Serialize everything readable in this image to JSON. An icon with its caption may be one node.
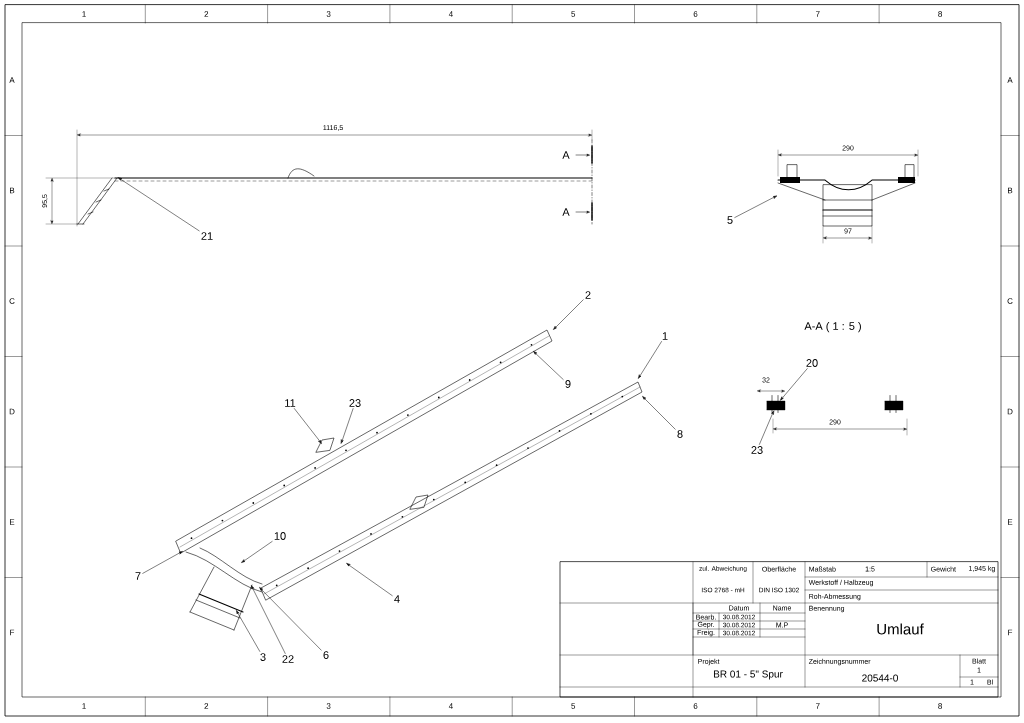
{
  "diagram": {
    "nodes": [
      {
        "text": [
          "21"
        ]
      },
      {
        "text": [
          "5"
        ]
      },
      {
        "text": [
          "2"
        ]
      },
      {
        "text": [
          "20"
        ]
      },
      {
        "text": [
          "1"
        ]
      },
      {
        "text": [
          "9"
        ]
      },
      {
        "text": [
          "11"
        ]
      },
      {
        "text": [
          "23"
        ]
      },
      {
        "text": [
          "8"
        ]
      },
      {
        "text": [
          "23"
        ]
      },
      {
        "text": [
          "10"
        ]
      },
      {
        "text": [
          "7"
        ]
      },
      {
        "text": [
          "4"
        ]
      },
      {
        "text": [
          "3"
        ]
      },
      {
        "text": [
          "22"
        ]
      },
      {
        "text": [
          "6"
        ]
      },
      {
        "text": [],
        "shape": "picture"
      },
      {
        "text": [],
        "shape": "picture"
      },
      {
        "text": [],
        "shape": "box"
      },
      {
        "text": [],
        "shape": "box"
      }
    ],
    "edges": [
      {
        "from": 0,
        "to": 16,
        "arrow": "to"
      },
      {
        "from": 1,
        "to": 17,
        "arrow": "to"
      },
      {
        "from": 2,
        "to": null,
        "arrow": "to"
      },
      {
        "from": 3,
        "to": 18,
        "arrow": "to"
      },
      {
        "from": 4,
        "to": null,
        "arrow": "to"
      },
      {
        "from": 5,
        "to": null,
        "arrow": "to"
      },
      {
        "from": 6,
        "to": null,
        "arrow": "to"
      },
      {
        "from": 7,
        "to": null,
        "arrow": "to"
      },
      {
        "from": 8,
        "to": null,
        "arrow": "to"
      },
      {
        "from": 9,
        "to": 18,
        "arrow": "to"
      },
      {
        "from": 10,
        "to": null,
        "arrow": "to"
      },
      {
        "from": 11,
        "to": null,
        "arrow": "to"
      },
      {
        "from": 12,
        "to": null,
        "arrow": "to"
      },
      {
        "from": 13,
        "to": null,
        "arrow": "to"
      },
      {
        "from": 14,
        "to": null,
        "arrow": "to"
      },
      {
        "from": 15,
        "to": null,
        "arrow": "to"
      }
    ],
    "labels": [
      "1",
      "2",
      "3",
      "4",
      "5",
      "6",
      "7",
      "8",
      "1116,5",
      "A",
      "290",
      "95,5",
      "A",
      "97",
      "A-A ( 1 : 5 )",
      "32",
      "290",
      "zul. Abweichung",
      "Oberfläche",
      "Maßstab",
      "1:5",
      "Gewicht",
      "1,945 kg",
      "ISO 2768 - mH",
      "DIN ISO 1302",
      "Werkstoff / Halbzeug",
      "Roh-Abmessung",
      "Datum",
      "Name",
      "Benennung",
      "Bearb.",
      "30.08.2012",
      "Umlauf",
      "Gepr.",
      "30.08.2012",
      "M.P",
      "Freig.",
      "30.08.2012",
      "Projekt",
      "Zeichnungsnummer",
      "Blatt",
      "1",
      "BR 01 - 5\" Spur",
      "20544-0",
      "1",
      "Bl",
      "A",
      "B",
      "C",
      "D",
      "E",
      "F",
      "A",
      "B",
      "C",
      "D",
      "E",
      "F",
      "1",
      "2",
      "3",
      "4",
      "5",
      "6",
      "7",
      "8"
    ]
  }
}
